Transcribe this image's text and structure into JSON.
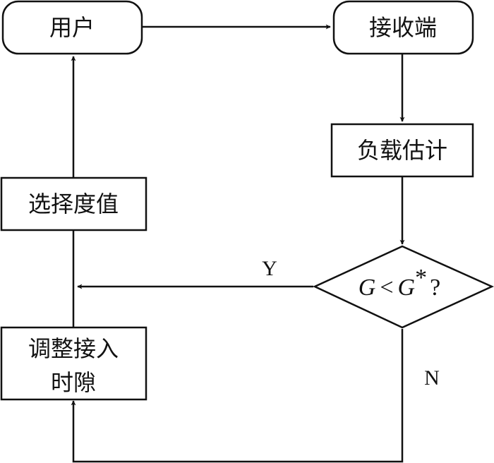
{
  "diagram": {
    "type": "flowchart",
    "nodes": {
      "user": {
        "label": "用户",
        "shape": "rounded-rect"
      },
      "receiver": {
        "label": "接收端",
        "shape": "rounded-rect"
      },
      "load_estimate": {
        "label": "负载估计",
        "shape": "rect"
      },
      "decision": {
        "label_var": "G",
        "label_op": "<",
        "label_var2": "G",
        "label_sup": "*",
        "label_q": "?",
        "shape": "diamond"
      },
      "select_threshold": {
        "label": "选择度值",
        "shape": "rect"
      },
      "adjust_slot": {
        "label_line1": "调整接入",
        "label_line2": "时隙",
        "shape": "rect"
      }
    },
    "edges": [
      {
        "from": "user",
        "to": "receiver"
      },
      {
        "from": "receiver",
        "to": "load_estimate"
      },
      {
        "from": "load_estimate",
        "to": "decision"
      },
      {
        "from": "decision",
        "to": "select_threshold",
        "label": "Y"
      },
      {
        "from": "decision",
        "to": "adjust_slot",
        "label": "N"
      },
      {
        "from": "adjust_slot",
        "to": "select_threshold"
      },
      {
        "from": "select_threshold",
        "to": "user"
      }
    ],
    "edge_labels": {
      "yes": "Y",
      "no": "N"
    }
  }
}
